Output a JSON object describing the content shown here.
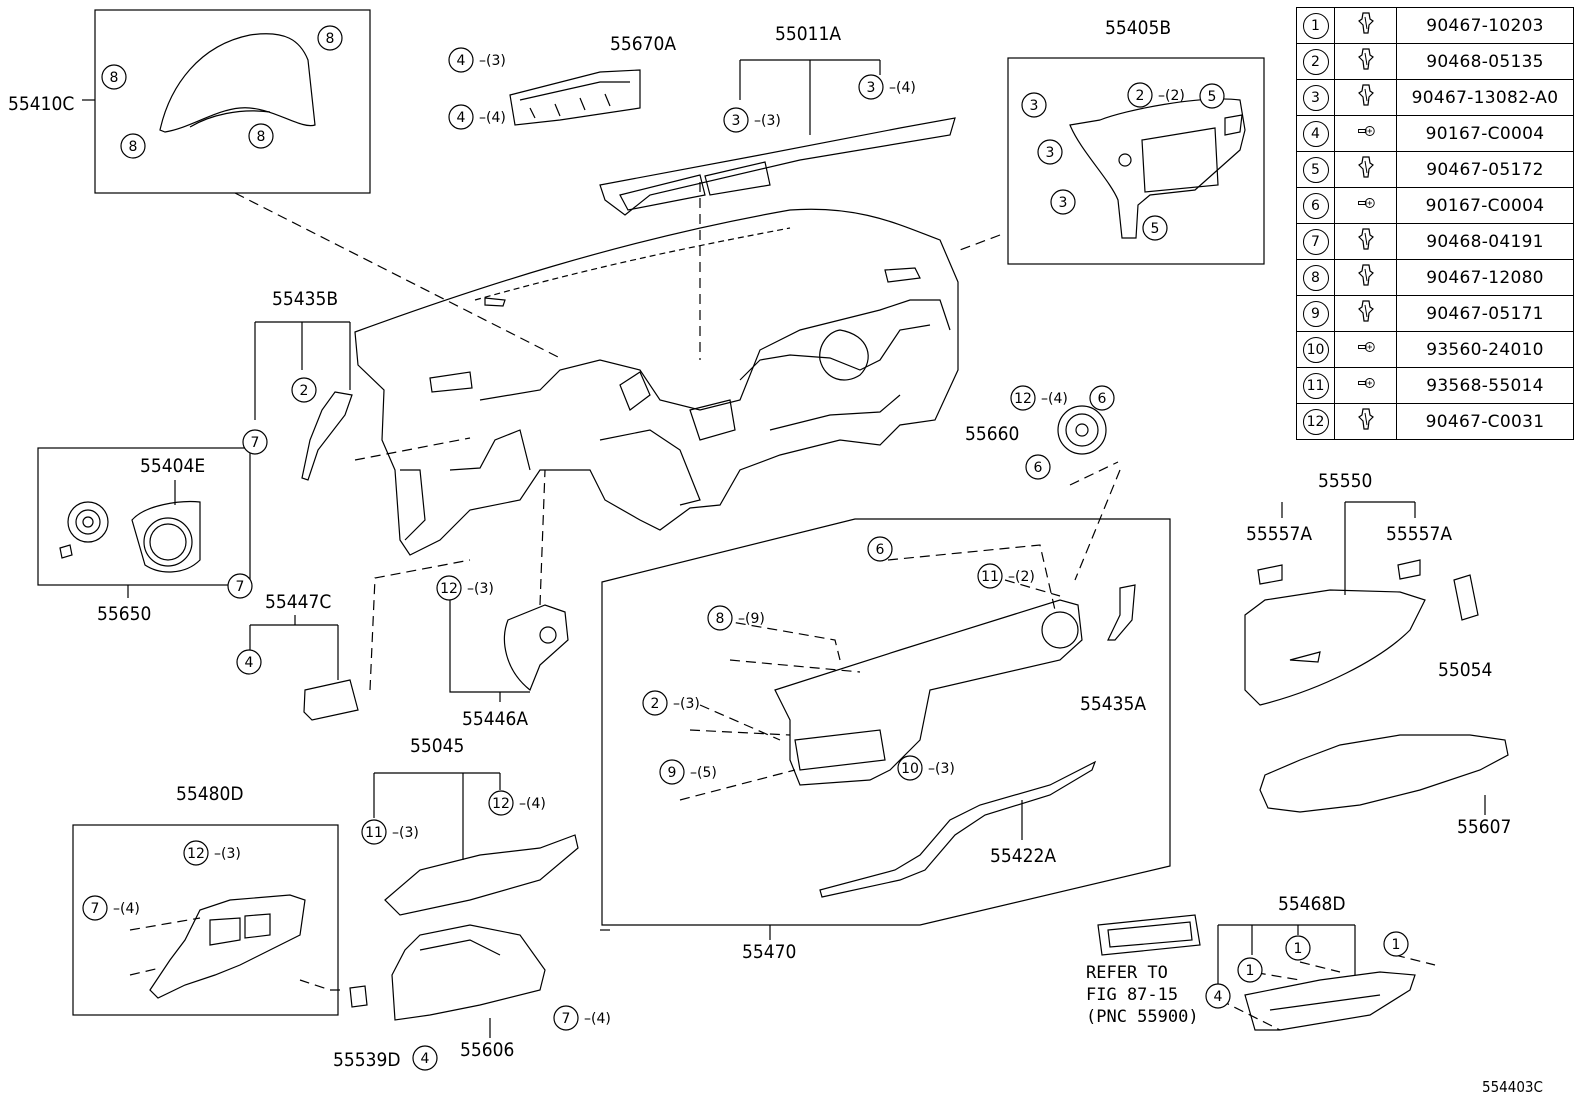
{
  "diagram": {
    "ref_code": "554403C",
    "note_lines": [
      "REFER TO",
      "FIG 87-15",
      "(PNC 55900)"
    ],
    "callouts": [
      "55410C",
      "55670A",
      "55011A",
      "55405B",
      "55435B",
      "55404E",
      "55650",
      "55447C",
      "55446A",
      "55660",
      "55550",
      "55557A",
      "55557A",
      "55054",
      "55435A",
      "55470",
      "55422A",
      "55607",
      "55045",
      "55480D",
      "55539D",
      "55606",
      "55468D"
    ]
  },
  "legend": {
    "rows": [
      {
        "num": "1",
        "part": "90467-10203",
        "icon": "clip-icon"
      },
      {
        "num": "2",
        "part": "90468-05135",
        "icon": "clip-icon"
      },
      {
        "num": "3",
        "part": "90467-13082-A0",
        "icon": "clip-icon"
      },
      {
        "num": "4",
        "part": "90167-C0004",
        "icon": "screw-icon"
      },
      {
        "num": "5",
        "part": "90467-05172",
        "icon": "clip-icon"
      },
      {
        "num": "6",
        "part": "90167-C0004",
        "icon": "screw-icon"
      },
      {
        "num": "7",
        "part": "90468-04191",
        "icon": "clip-icon"
      },
      {
        "num": "8",
        "part": "90467-12080",
        "icon": "clip-icon"
      },
      {
        "num": "9",
        "part": "90467-05171",
        "icon": "clip-icon"
      },
      {
        "num": "10",
        "part": "93560-24010",
        "icon": "screw-icon"
      },
      {
        "num": "11",
        "part": "93568-55014",
        "icon": "screw-icon"
      },
      {
        "num": "12",
        "part": "90467-C0031",
        "icon": "clip-icon"
      }
    ]
  },
  "fastener_refs": [
    {
      "num": "8"
    },
    {
      "num": "8"
    },
    {
      "num": "8"
    },
    {
      "num": "8"
    },
    {
      "num": "4",
      "qty": "(3)"
    },
    {
      "num": "4",
      "qty": "(4)"
    },
    {
      "num": "3",
      "qty": "(4)"
    },
    {
      "num": "3",
      "qty": "(3)"
    },
    {
      "num": "3"
    },
    {
      "num": "3"
    },
    {
      "num": "3"
    },
    {
      "num": "2",
      "qty": "(2)"
    },
    {
      "num": "5"
    },
    {
      "num": "5"
    },
    {
      "num": "2"
    },
    {
      "num": "7"
    },
    {
      "num": "7"
    },
    {
      "num": "4"
    },
    {
      "num": "12",
      "qty": "(3)"
    },
    {
      "num": "12",
      "qty": "(4)"
    },
    {
      "num": "6"
    },
    {
      "num": "6"
    },
    {
      "num": "6"
    },
    {
      "num": "11",
      "qty": "(2)"
    },
    {
      "num": "8",
      "qty": "(9)"
    },
    {
      "num": "2",
      "qty": "(3)"
    },
    {
      "num": "9",
      "qty": "(5)"
    },
    {
      "num": "10",
      "qty": "(3)"
    },
    {
      "num": "11",
      "qty": "(3)"
    },
    {
      "num": "12",
      "qty": "(4)"
    },
    {
      "num": "12",
      "qty": "(3)"
    },
    {
      "num": "7",
      "qty": "(4)"
    },
    {
      "num": "7",
      "qty": "(4)"
    },
    {
      "num": "4"
    },
    {
      "num": "4"
    },
    {
      "num": "1"
    },
    {
      "num": "1"
    },
    {
      "num": "1"
    },
    {
      "num": "1"
    }
  ]
}
